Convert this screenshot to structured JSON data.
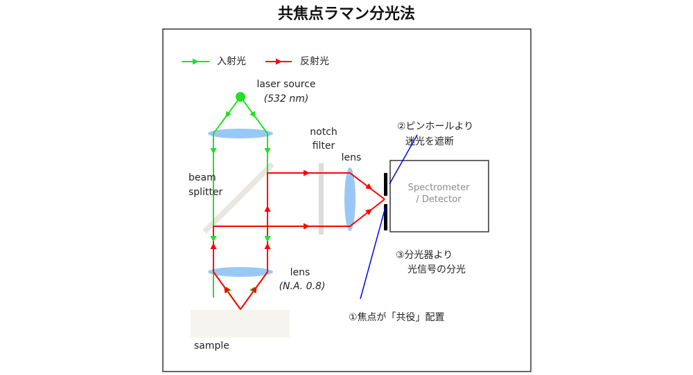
{
  "title": "共焦点ラマン分光法",
  "legend": {
    "incident": "入射光",
    "reflected": "反射光"
  },
  "labels": {
    "laser_source": "laser source",
    "wavelength": "(532 nm)",
    "beam": "beam",
    "splitter": "splitter",
    "notch": "notch",
    "filter": "filter",
    "lens_right": "lens",
    "lens_objective": "lens",
    "na": "(N.A. 0.8)",
    "sample": "sample",
    "detector_line1": "Spectrometer",
    "detector_line2": "/ Detector"
  },
  "annotations": {
    "pinhole_line1": "②ピンホールより",
    "pinhole_line2": "迷光を遮断",
    "spectro_line1": "③分光器より",
    "spectro_line2": "光信号の分光",
    "conjugate": "①焦点が「共役」配置"
  },
  "colors": {
    "incident": "#22e022",
    "reflected": "#ff0000",
    "annotation": "#0000ee",
    "lens": "#99c8f5"
  }
}
